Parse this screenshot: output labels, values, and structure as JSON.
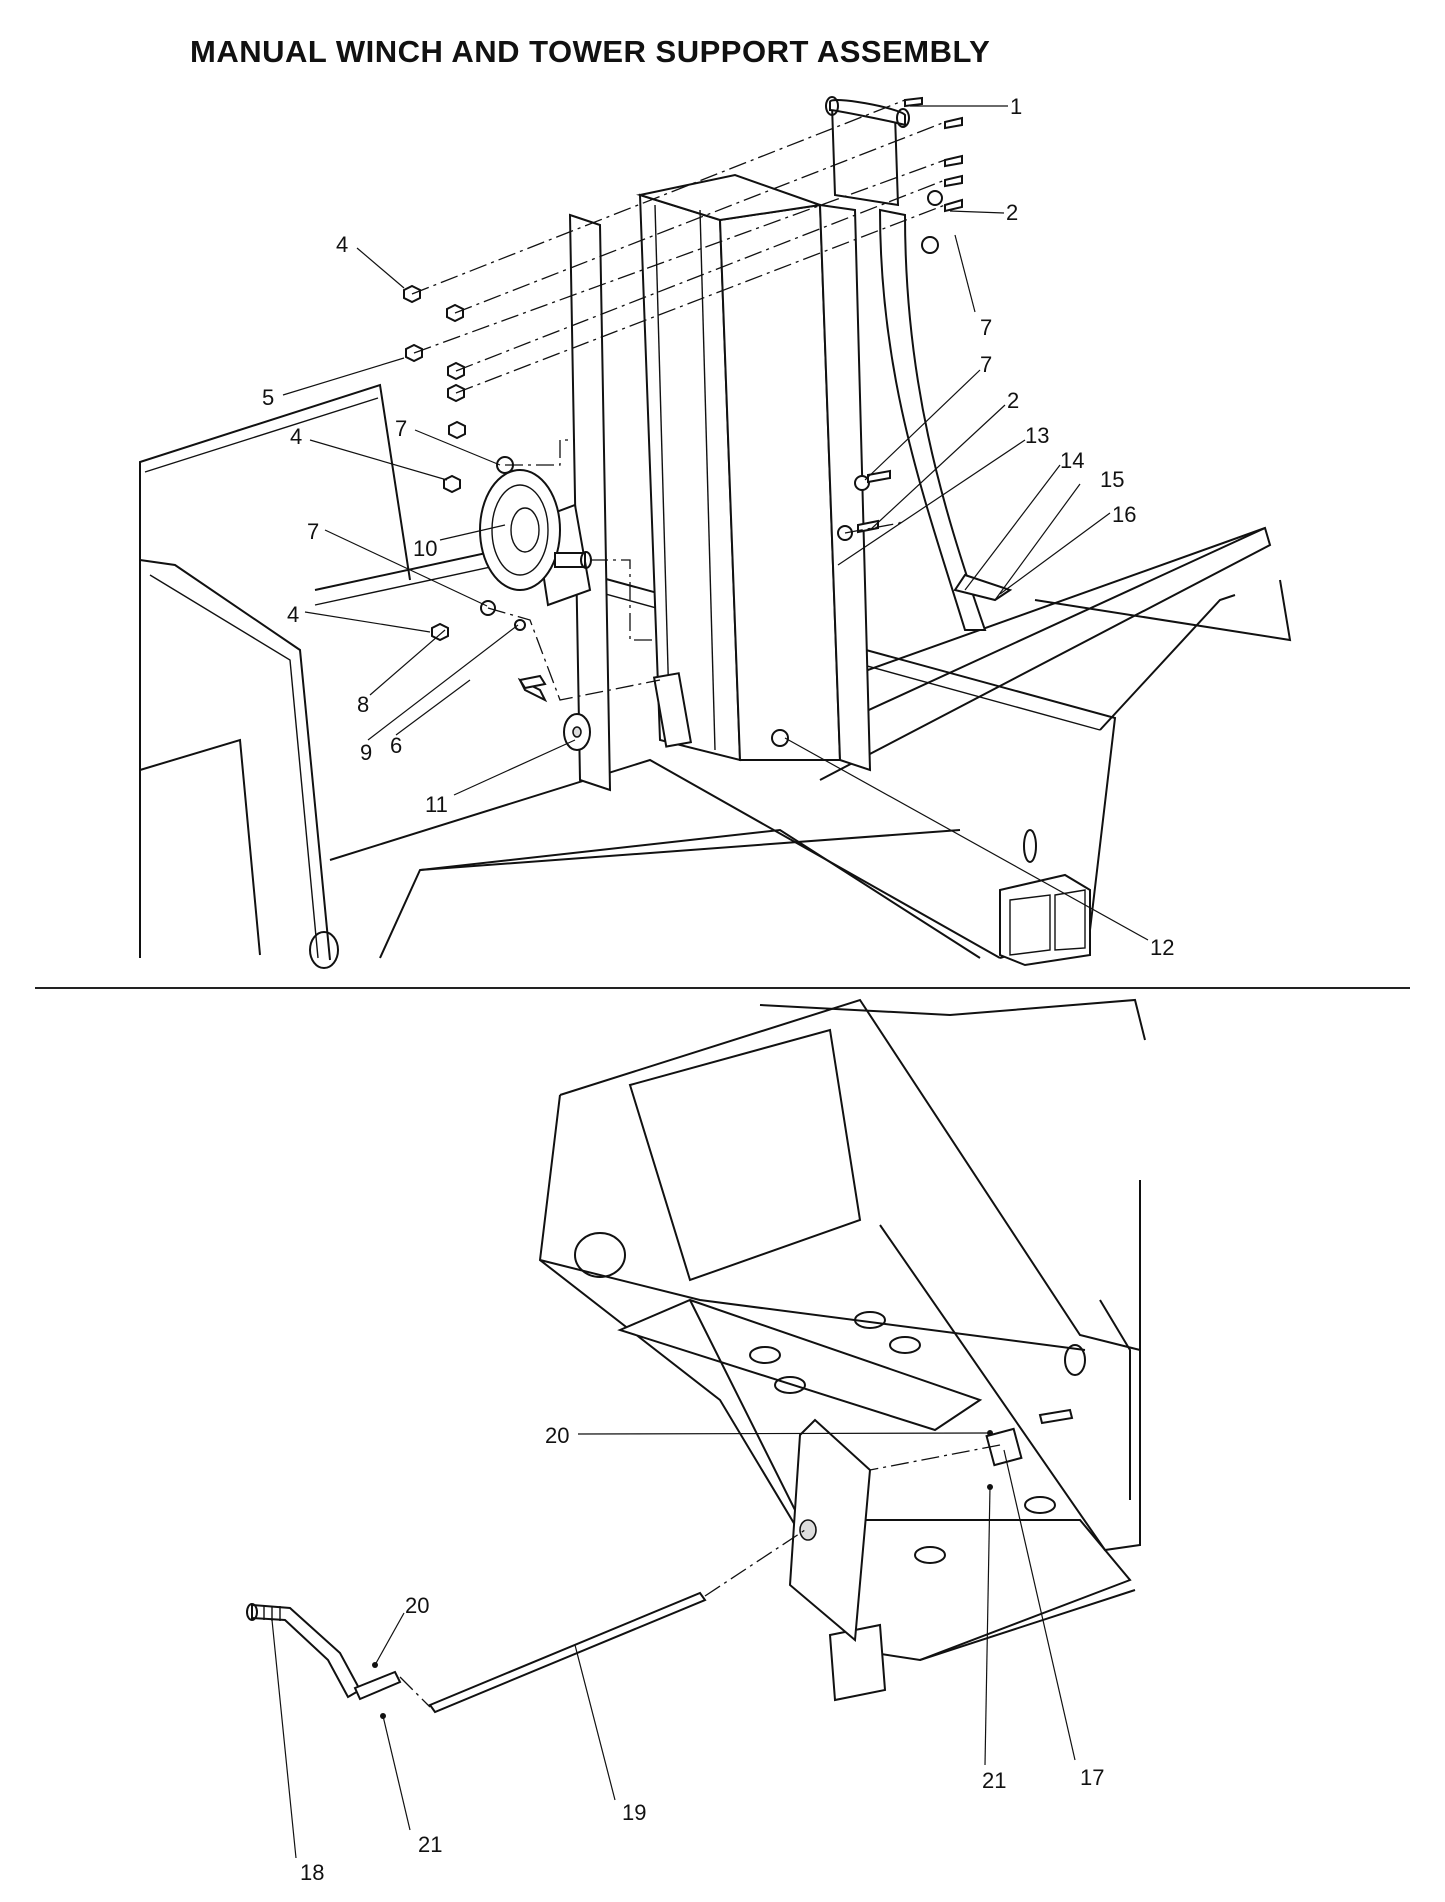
{
  "title": "MANUAL WINCH AND TOWER SUPPORT ASSEMBLY",
  "top_callouts": [
    "1",
    "2",
    "4",
    "7",
    "5",
    "7",
    "2",
    "13",
    "14",
    "7",
    "4",
    "15",
    "16",
    "10",
    "7",
    "4",
    "8",
    "9",
    "6",
    "11",
    "12"
  ],
  "bottom_callouts": [
    "20",
    "20",
    "17",
    "21",
    "19",
    "21",
    "18"
  ]
}
